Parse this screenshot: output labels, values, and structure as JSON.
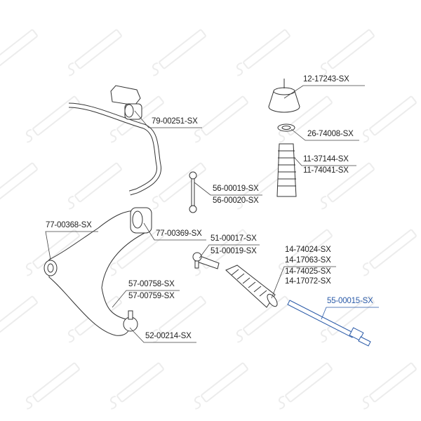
{
  "watermark": "STELLOX",
  "accent_color": "#2a5aa8",
  "parts": [
    {
      "id": "strut-mount",
      "label": "12-17243-SX"
    },
    {
      "id": "stabilizer-bushing",
      "label": "79-00251-SX"
    },
    {
      "id": "strut-bearing",
      "label": "26-74008-SX"
    },
    {
      "id": "strut-boot-1",
      "label": "11-37144-SX"
    },
    {
      "id": "strut-boot-2",
      "label": "11-74041-SX"
    },
    {
      "id": "stabilizer-link-1",
      "label": "56-00019-SX"
    },
    {
      "id": "stabilizer-link-2",
      "label": "56-00020-SX"
    },
    {
      "id": "control-arm-bushing-front",
      "label": "77-00368-SX"
    },
    {
      "id": "control-arm-bushing-rear",
      "label": "77-00369-SX"
    },
    {
      "id": "tie-rod-end-1",
      "label": "51-00017-SX"
    },
    {
      "id": "tie-rod-end-2",
      "label": "51-00019-SX"
    },
    {
      "id": "steering-boot-1",
      "label": "14-74024-SX"
    },
    {
      "id": "steering-boot-2",
      "label": "14-17063-SX"
    },
    {
      "id": "steering-boot-3",
      "label": "14-74025-SX"
    },
    {
      "id": "steering-boot-4",
      "label": "14-17072-SX"
    },
    {
      "id": "inner-tie-rod",
      "label": "55-00015-SX"
    },
    {
      "id": "control-arm-1",
      "label": "57-00758-SX"
    },
    {
      "id": "control-arm-2",
      "label": "57-00759-SX"
    },
    {
      "id": "ball-joint",
      "label": "52-00214-SX"
    }
  ]
}
